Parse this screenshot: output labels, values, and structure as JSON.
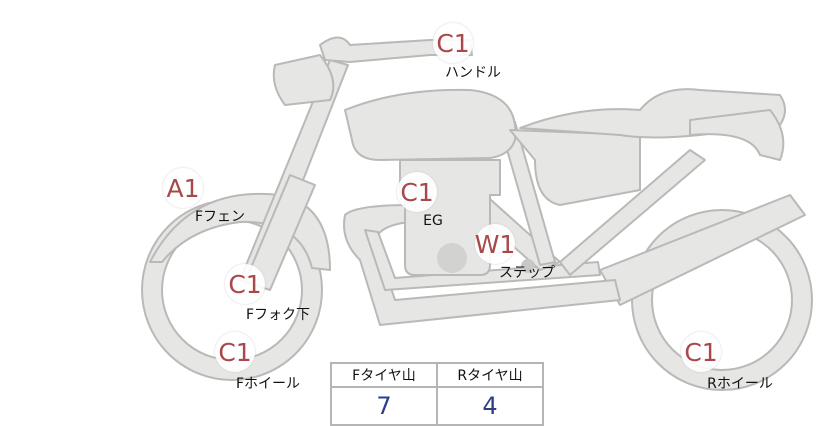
{
  "markers": [
    {
      "code": "C1",
      "label": "ハンドル"
    },
    {
      "code": "A1",
      "label": "Fフェン"
    },
    {
      "code": "C1",
      "label": "EG"
    },
    {
      "code": "W1",
      "label": "ステップ"
    },
    {
      "code": "C1",
      "label": "Fフォク下"
    },
    {
      "code": "C1",
      "label": "Fホイール"
    },
    {
      "code": "C1",
      "label": "Rホイール"
    }
  ],
  "tires": {
    "front_header": "Fタイヤ山",
    "rear_header": "Rタイヤ山",
    "front_value": "7",
    "rear_value": "4"
  },
  "colors": {
    "code": "#a8484a",
    "value": "#2c3e8c",
    "body_fill": "#e6e6e4",
    "body_stroke": "#b9b9b7"
  }
}
